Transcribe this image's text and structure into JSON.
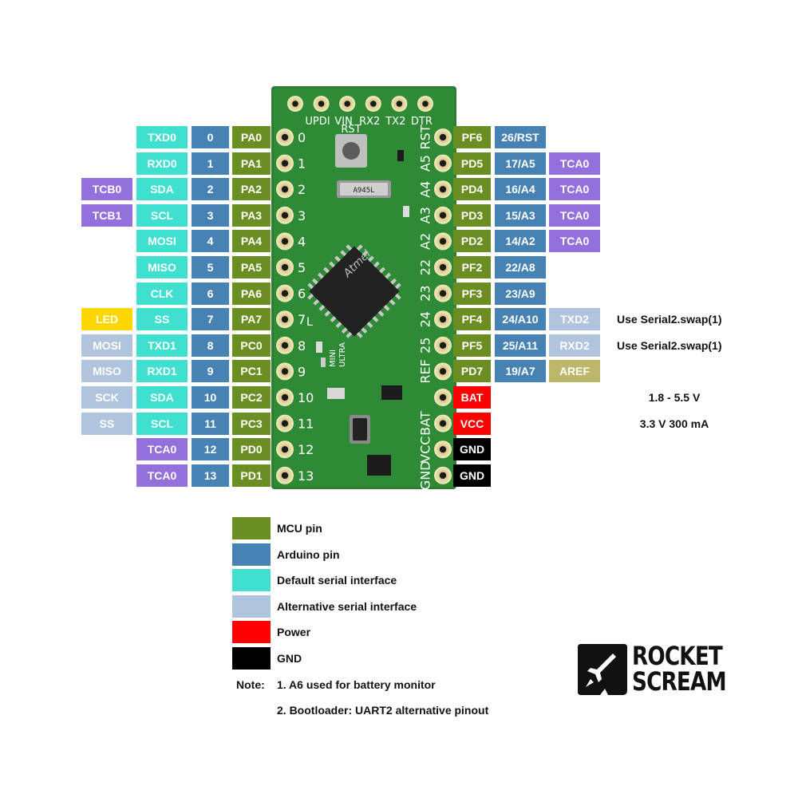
{
  "colors": {
    "mcu": "#6b8e23",
    "arduino": "#4682b4",
    "default_serial": "#40e0d0",
    "alt_serial": "#b0c4de",
    "power": "#ff0000",
    "gnd": "#000000",
    "timer": "#9370db",
    "led": "#ffd700",
    "aref": "#bdb76b"
  },
  "board": {
    "top_labels": [
      "UPDI",
      "VIN",
      "RX2",
      "TX2",
      "DTR"
    ],
    "left_numbers": [
      "0",
      "1",
      "2",
      "3",
      "4",
      "5",
      "6",
      "7",
      "8",
      "9",
      "10",
      "11",
      "12",
      "13"
    ],
    "right_labels": [
      "RST",
      "A5",
      "A4",
      "A3",
      "A2",
      "22",
      "23",
      "24",
      "25",
      "REF",
      "BAT",
      "VCC",
      "GND"
    ],
    "rst_label": "RST",
    "chip_text": "Atmel",
    "crystal_text": "A945L",
    "mini_text": "MINI",
    "ultra_text": "ULTRA",
    "l_label": "L"
  },
  "left_rows": [
    {
      "a": null,
      "b": "TXD0",
      "num": "0",
      "mcu": "PA0"
    },
    {
      "a": null,
      "b": "RXD0",
      "num": "1",
      "mcu": "PA1"
    },
    {
      "a": "TCB0",
      "b": "SDA",
      "num": "2",
      "mcu": "PA2"
    },
    {
      "a": "TCB1",
      "b": "SCL",
      "num": "3",
      "mcu": "PA3"
    },
    {
      "a": null,
      "b": "MOSI",
      "num": "4",
      "mcu": "PA4"
    },
    {
      "a": null,
      "b": "MISO",
      "num": "5",
      "mcu": "PA5"
    },
    {
      "a": null,
      "b": "CLK",
      "num": "6",
      "mcu": "PA6"
    },
    {
      "a": "LED",
      "b": "SS",
      "num": "7",
      "mcu": "PA7"
    },
    {
      "a": "MOSI",
      "b": "TXD1",
      "num": "8",
      "mcu": "PC0"
    },
    {
      "a": "MISO",
      "b": "RXD1",
      "num": "9",
      "mcu": "PC1"
    },
    {
      "a": "SCK",
      "b": "SDA",
      "num": "10",
      "mcu": "PC2"
    },
    {
      "a": "SS",
      "b": "SCL",
      "num": "11",
      "mcu": "PC3"
    },
    {
      "a": null,
      "b": "TCA0",
      "num": "12",
      "mcu": "PD0"
    },
    {
      "a": null,
      "b": "TCA0",
      "num": "13",
      "mcu": "PD1"
    }
  ],
  "right_rows": [
    {
      "mcu": "PF6",
      "arduino": "26/RST",
      "extra": null,
      "note": null
    },
    {
      "mcu": "PD5",
      "arduino": "17/A5",
      "extra": "TCA0",
      "note": null
    },
    {
      "mcu": "PD4",
      "arduino": "16/A4",
      "extra": "TCA0",
      "note": null
    },
    {
      "mcu": "PD3",
      "arduino": "15/A3",
      "extra": "TCA0",
      "note": null
    },
    {
      "mcu": "PD2",
      "arduino": "14/A2",
      "extra": "TCA0",
      "note": null
    },
    {
      "mcu": "PF2",
      "arduino": "22/A8",
      "extra": null,
      "note": null
    },
    {
      "mcu": "PF3",
      "arduino": "23/A9",
      "extra": null,
      "note": null
    },
    {
      "mcu": "PF4",
      "arduino": "24/A10",
      "extra": "TXD2",
      "note": "Use Serial2.swap(1)"
    },
    {
      "mcu": "PF5",
      "arduino": "25/A11",
      "extra": "RXD2",
      "note": "Use Serial2.swap(1)"
    },
    {
      "mcu": "PD7",
      "arduino": "19/A7",
      "extra": "AREF",
      "note": null
    },
    {
      "mcu": "BAT",
      "arduino": null,
      "extra": null,
      "note": "1.8 - 5.5 V"
    },
    {
      "mcu": "VCC",
      "arduino": null,
      "extra": null,
      "note": "3.3 V 300 mA"
    },
    {
      "mcu": "GND",
      "arduino": null,
      "extra": null,
      "note": null
    },
    {
      "mcu": "GND",
      "arduino": null,
      "extra": null,
      "note": null
    }
  ],
  "legend": [
    {
      "label": "MCU pin",
      "color": "#6b8e23"
    },
    {
      "label": "Arduino pin",
      "color": "#4682b4"
    },
    {
      "label": "Default serial interface",
      "color": "#40e0d0"
    },
    {
      "label": "Alternative serial interface",
      "color": "#b0c4de"
    },
    {
      "label": "Power",
      "color": "#ff0000"
    },
    {
      "label": "GND",
      "color": "#000000"
    }
  ],
  "notes": {
    "heading": "Note:",
    "items": [
      "1. A6 used for battery monitor",
      "2. Bootloader: UART2 alternative pinout"
    ]
  },
  "logo": {
    "line1": "ROCKET",
    "line2": "SCREAM"
  }
}
